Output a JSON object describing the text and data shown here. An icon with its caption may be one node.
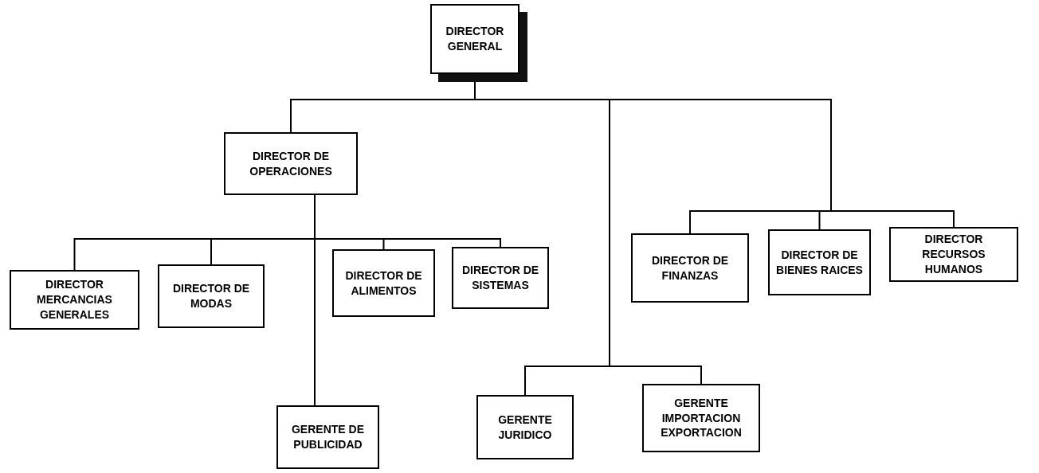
{
  "diagram": {
    "nodes": [
      {
        "text": [
          "DIRECTOR GENERAL"
        ]
      },
      {
        "text": [
          "DIRECTOR DE OPERACIONES"
        ]
      },
      {
        "text": [
          "DIRECTOR MERCANCIAS GENERALES"
        ]
      },
      {
        "text": [
          "DIRECTOR DE MODAS"
        ]
      },
      {
        "text": [
          "DIRECTOR DE ALIMENTOS"
        ]
      },
      {
        "text": [
          "DIRECTOR DE SISTEMAS"
        ]
      },
      {
        "text": [
          "GERENTE DE PUBLICIDAD"
        ]
      },
      {
        "text": [
          "GERENTE JURIDICO"
        ]
      },
      {
        "text": [
          "GERENTE IMPORTACION EXPORTACION"
        ]
      },
      {
        "text": [
          "DIRECTOR DE FINANZAS"
        ]
      },
      {
        "text": [
          "DIRECTOR DE BIENES RAICES"
        ]
      },
      {
        "text": [
          "DIRECTOR RECURSOS HUMANOS"
        ]
      }
    ],
    "edges": [
      {
        "from": 0,
        "to": 1,
        "arrow": "none"
      },
      {
        "from": 0,
        "to": 7,
        "arrow": "none"
      },
      {
        "from": 0,
        "to": 8,
        "arrow": "none"
      },
      {
        "from": 0,
        "to": 9,
        "arrow": "none"
      },
      {
        "from": 0,
        "to": 10,
        "arrow": "none"
      },
      {
        "from": 0,
        "to": 11,
        "arrow": "none"
      },
      {
        "from": 1,
        "to": 2,
        "arrow": "none"
      },
      {
        "from": 1,
        "to": 3,
        "arrow": "none"
      },
      {
        "from": 1,
        "to": 4,
        "arrow": "none"
      },
      {
        "from": 1,
        "to": 5,
        "arrow": "none"
      },
      {
        "from": 1,
        "to": 6,
        "arrow": "none"
      }
    ]
  }
}
